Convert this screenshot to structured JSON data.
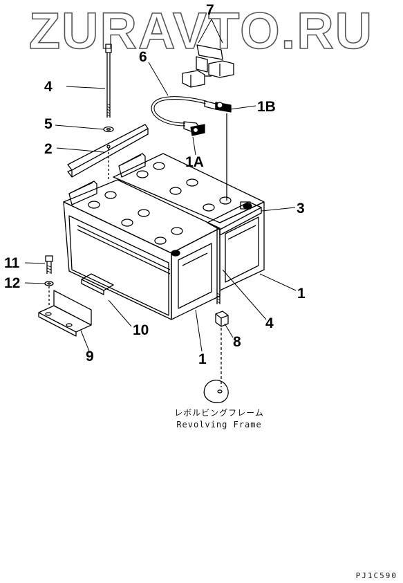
{
  "watermark": {
    "text": "ZURAVTO.RU"
  },
  "callouts": [
    {
      "id": "7",
      "label": "7"
    },
    {
      "id": "6",
      "label": "6"
    },
    {
      "id": "4-top",
      "label": "4"
    },
    {
      "id": "1B",
      "label": "1B"
    },
    {
      "id": "5",
      "label": "5"
    },
    {
      "id": "2",
      "label": "2"
    },
    {
      "id": "1A",
      "label": "1A"
    },
    {
      "id": "3",
      "label": "3"
    },
    {
      "id": "11",
      "label": "11"
    },
    {
      "id": "12",
      "label": "12"
    },
    {
      "id": "1-right",
      "label": "1"
    },
    {
      "id": "4-bottom",
      "label": "4"
    },
    {
      "id": "10",
      "label": "10"
    },
    {
      "id": "8",
      "label": "8"
    },
    {
      "id": "9",
      "label": "9"
    },
    {
      "id": "1-bottom",
      "label": "1"
    }
  ],
  "frame_caption": {
    "jp": "レボルビングフレーム",
    "en": "Revolving Frame"
  },
  "drawing_code": "PJ1C590"
}
